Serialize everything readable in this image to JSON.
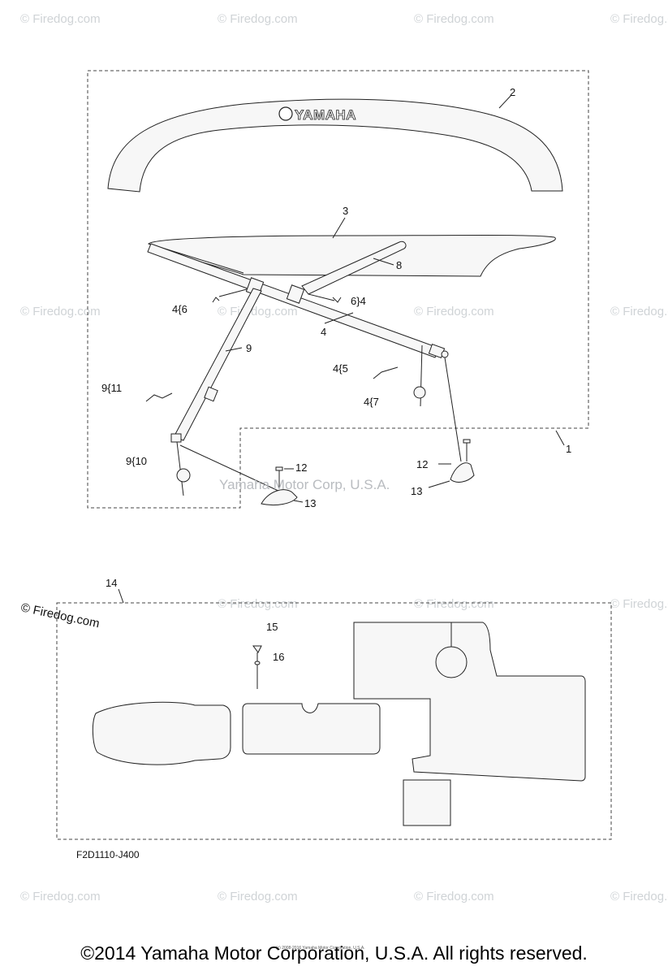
{
  "brand_text": "YAMAHA",
  "watermark": {
    "text": "© Firedog.com",
    "marked": "© Firedog.com",
    "center": "Yamaha Motor Corp, U.S.A."
  },
  "callouts": {
    "c1": "1",
    "c2": "2",
    "c3": "3",
    "c4": "4",
    "c4_6": "4{6",
    "c6_4": "6}4",
    "c8": "8",
    "c9": "9",
    "c9_11": "9{11",
    "c4_5": "4{5",
    "c4_7": "4{7",
    "c9_10": "9{10",
    "c12a": "12",
    "c12b": "12",
    "c13a": "13",
    "c13b": "13",
    "c14": "14",
    "c15": "15",
    "c16": "16"
  },
  "part_code": "F2D1110-J400",
  "fine_print": "(c) 2008-2016 Yamaha Motor Corporation, U.S.A.",
  "copyright": "©2014 Yamaha Motor Corporation, U.S.A. All rights reserved.",
  "colors": {
    "line": "#222222",
    "watermark": "#cfd3d6",
    "background": "#ffffff"
  }
}
